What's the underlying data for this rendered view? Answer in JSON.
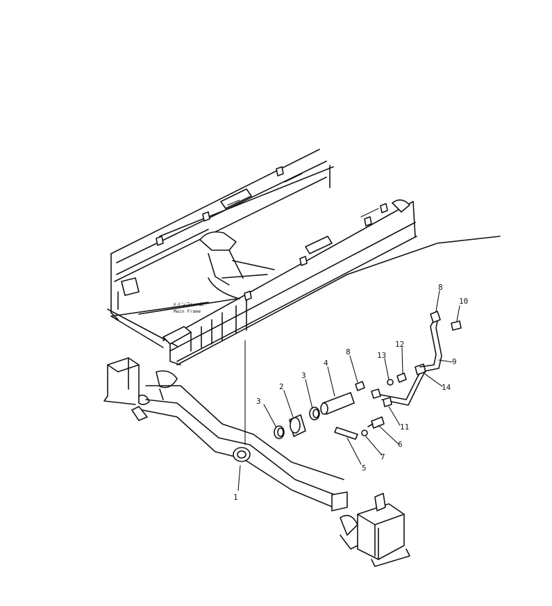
{
  "caption": {
    "jp": "メインフレーム",
    "en": "Main Frame"
  },
  "callouts": [
    "1",
    "2",
    "3",
    "3",
    "4",
    "5",
    "6",
    "7",
    "8",
    "8",
    "9",
    "10",
    "11",
    "12",
    "13",
    "14"
  ]
}
